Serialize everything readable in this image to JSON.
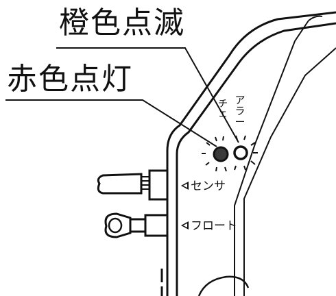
{
  "labels": {
    "orange_blink": "橙色点滅",
    "red_on": "赤色点灯",
    "sensor": "センサ",
    "float": "フロート",
    "alarm_vertical": "アラー",
    "check_vertical": "チェ"
  },
  "icons": {
    "red_lamp": "lamp-lit-icon",
    "orange_lamp": "lamp-blinking-icon",
    "connector_arrow": "left-triangle-icon"
  },
  "colors": {
    "ink": "#111111",
    "lamp_red_state": "#3a3a3a",
    "lamp_orange_state": "#ffffff",
    "background": "#ffffff"
  }
}
